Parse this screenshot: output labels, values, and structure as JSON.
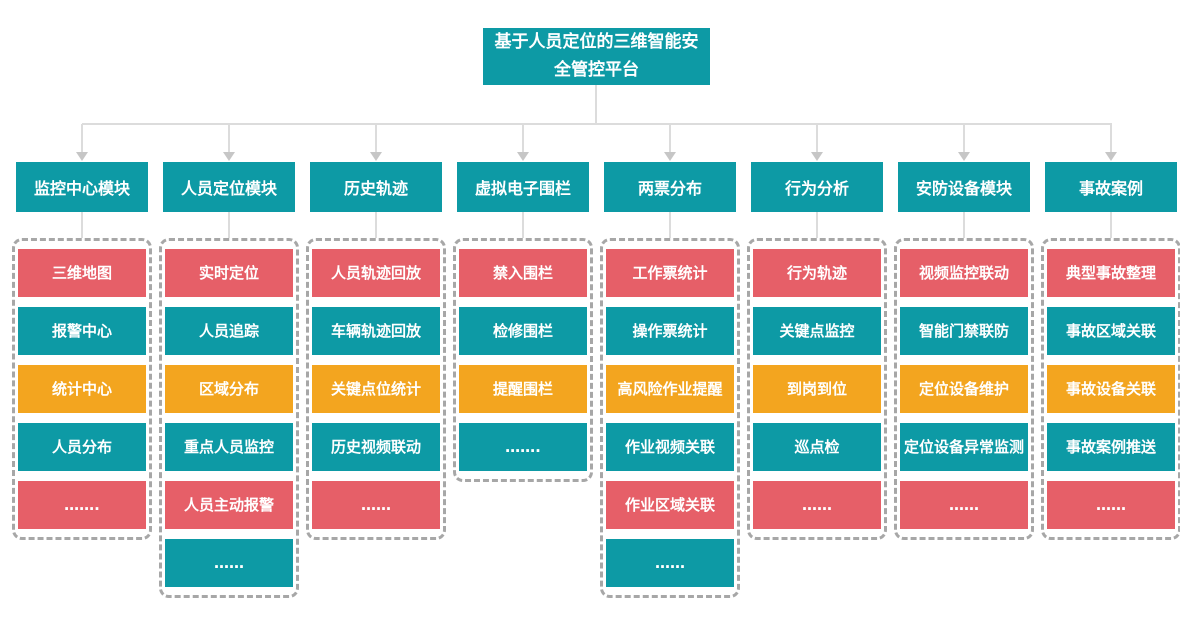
{
  "title": "基于人员定位的三维智能安全管控平台",
  "colors": {
    "teal": "#0D9AA5",
    "red": "#E65F68",
    "orange": "#F3A51F"
  },
  "columns": [
    {
      "header": "监控中心模块",
      "items": [
        {
          "label": "三维地图",
          "color": "red"
        },
        {
          "label": "报警中心",
          "color": "teal"
        },
        {
          "label": "统计中心",
          "color": "orange"
        },
        {
          "label": "人员分布",
          "color": "teal"
        },
        {
          "label": "…….",
          "color": "red"
        }
      ]
    },
    {
      "header": "人员定位模块",
      "items": [
        {
          "label": "实时定位",
          "color": "red"
        },
        {
          "label": "人员追踪",
          "color": "teal"
        },
        {
          "label": "区域分布",
          "color": "orange"
        },
        {
          "label": "重点人员监控",
          "color": "teal"
        },
        {
          "label": "人员主动报警",
          "color": "red"
        },
        {
          "label": "……",
          "color": "teal"
        }
      ]
    },
    {
      "header": "历史轨迹",
      "items": [
        {
          "label": "人员轨迹回放",
          "color": "red"
        },
        {
          "label": "车辆轨迹回放",
          "color": "teal"
        },
        {
          "label": "关键点位统计",
          "color": "orange"
        },
        {
          "label": "历史视频联动",
          "color": "teal"
        },
        {
          "label": "……",
          "color": "red"
        }
      ]
    },
    {
      "header": "虚拟电子围栏",
      "items": [
        {
          "label": "禁入围栏",
          "color": "red"
        },
        {
          "label": "检修围栏",
          "color": "teal"
        },
        {
          "label": "提醒围栏",
          "color": "orange"
        },
        {
          "label": "…….",
          "color": "teal"
        }
      ]
    },
    {
      "header": "两票分布",
      "items": [
        {
          "label": "工作票统计",
          "color": "red"
        },
        {
          "label": "操作票统计",
          "color": "teal"
        },
        {
          "label": "高风险作业提醒",
          "color": "orange"
        },
        {
          "label": "作业视频关联",
          "color": "teal"
        },
        {
          "label": "作业区域关联",
          "color": "red"
        },
        {
          "label": "……",
          "color": "teal"
        }
      ]
    },
    {
      "header": "行为分析",
      "items": [
        {
          "label": "行为轨迹",
          "color": "red"
        },
        {
          "label": "关键点监控",
          "color": "teal"
        },
        {
          "label": "到岗到位",
          "color": "orange"
        },
        {
          "label": "巡点检",
          "color": "teal"
        },
        {
          "label": "……",
          "color": "red"
        }
      ]
    },
    {
      "header": "安防设备模块",
      "items": [
        {
          "label": "视频监控联动",
          "color": "red"
        },
        {
          "label": "智能门禁联防",
          "color": "teal"
        },
        {
          "label": "定位设备维护",
          "color": "orange"
        },
        {
          "label": "定位设备异常监测",
          "color": "teal"
        },
        {
          "label": "……",
          "color": "red"
        }
      ]
    },
    {
      "header": "事故案例",
      "items": [
        {
          "label": "典型事故整理",
          "color": "red"
        },
        {
          "label": "事故区域关联",
          "color": "teal"
        },
        {
          "label": "事故设备关联",
          "color": "orange"
        },
        {
          "label": "事故案例推送",
          "color": "teal"
        },
        {
          "label": "……",
          "color": "red"
        }
      ]
    }
  ]
}
